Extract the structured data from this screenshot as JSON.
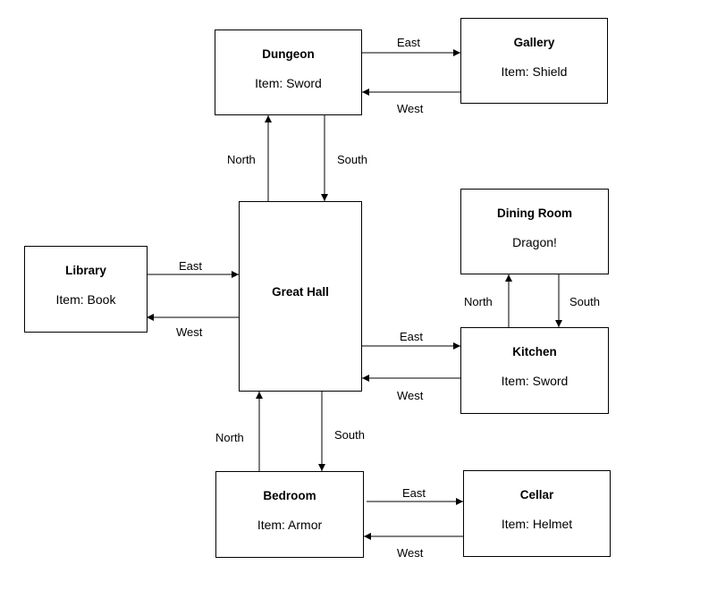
{
  "rooms": {
    "dungeon": {
      "name": "Dungeon",
      "detail": "Item: Sword"
    },
    "gallery": {
      "name": "Gallery",
      "detail": "Item: Shield"
    },
    "dining_room": {
      "name": "Dining Room",
      "detail": "Dragon!"
    },
    "library": {
      "name": "Library",
      "detail": "Item: Book"
    },
    "great_hall": {
      "name": "Great Hall",
      "detail": ""
    },
    "kitchen": {
      "name": "Kitchen",
      "detail": "Item: Sword"
    },
    "bedroom": {
      "name": "Bedroom",
      "detail": "Item: Armor"
    },
    "cellar": {
      "name": "Cellar",
      "detail": "Item: Helmet"
    }
  },
  "edges": {
    "dungeon_gallery_east": "East",
    "gallery_dungeon_west": "West",
    "hall_dungeon_north": "North",
    "dungeon_hall_south": "South",
    "library_hall_east": "East",
    "hall_library_west": "West",
    "kitchen_dining_north": "North",
    "dining_kitchen_south": "South",
    "hall_kitchen_east": "East",
    "kitchen_hall_west": "West",
    "bedroom_hall_north": "North",
    "hall_bedroom_south": "South",
    "bedroom_cellar_east": "East",
    "cellar_bedroom_west": "West"
  }
}
